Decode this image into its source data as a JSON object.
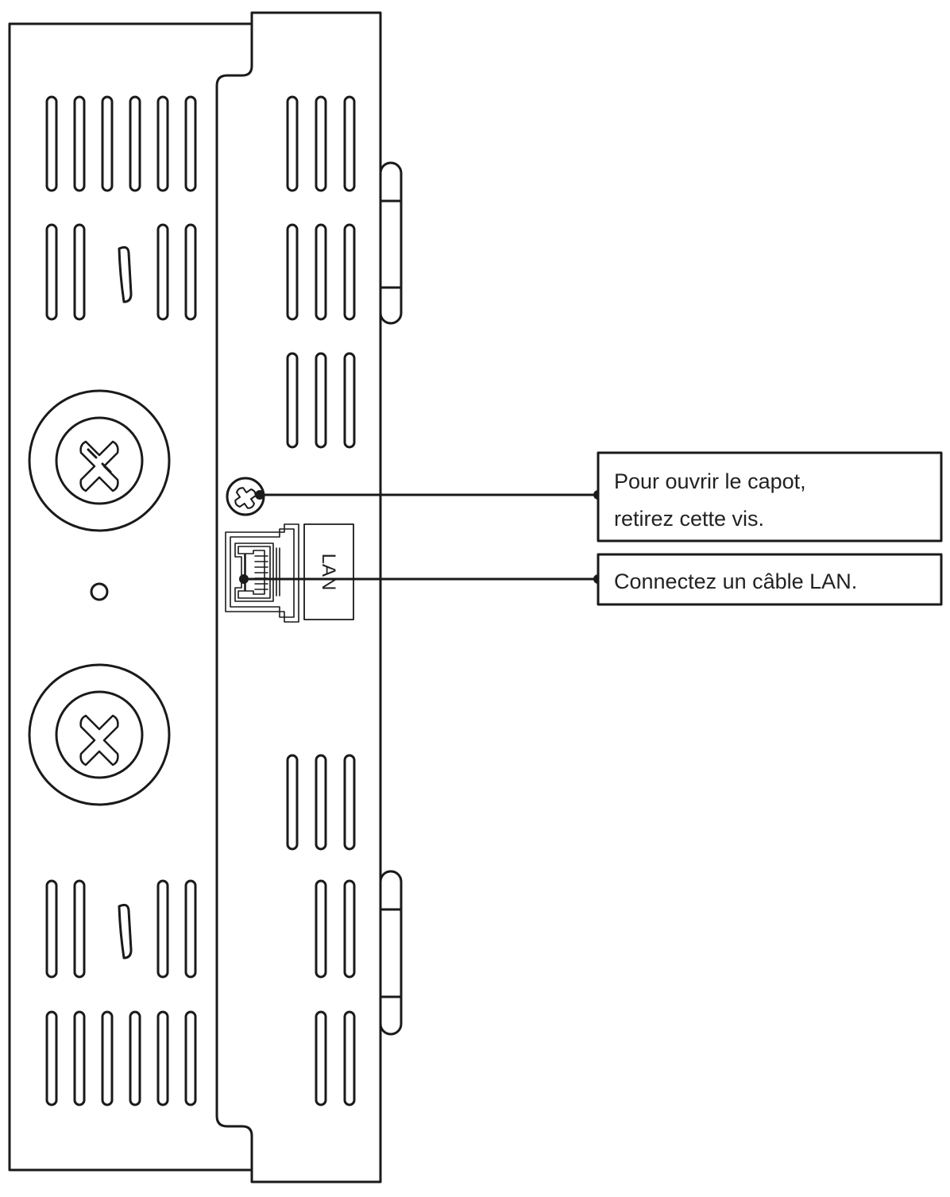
{
  "port_label": "LAN",
  "callouts": [
    {
      "lines": [
        "Pour ouvrir le capot,",
        "retirez cette vis."
      ]
    },
    {
      "lines": [
        "Connectez un câble LAN."
      ]
    }
  ],
  "colors": {
    "line": "#1a1a1a",
    "background": "#ffffff"
  }
}
